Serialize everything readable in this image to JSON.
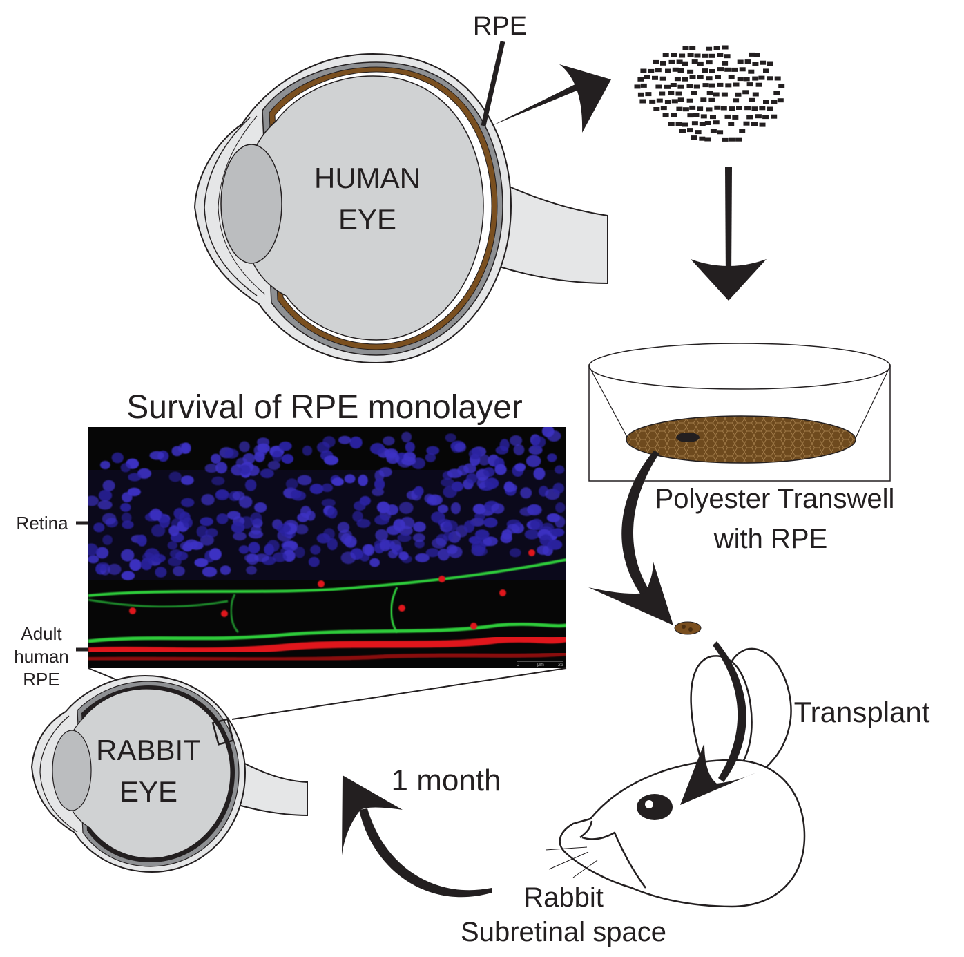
{
  "labels": {
    "rpe": "RPE",
    "human_eye_line1": "HUMAN",
    "human_eye_line2": "EYE",
    "survival_title": "Survival of RPE monolayer",
    "transwell_line1": "Polyester Transwell",
    "transwell_line2": "with RPE",
    "retina": "Retina",
    "adult_line1": "Adult",
    "adult_line2": "human",
    "adult_line3": "RPE",
    "transplant": "Transplant",
    "rabbit_eye_line1": "RABBIT",
    "rabbit_eye_line2": "EYE",
    "one_month": "1 month",
    "rabbit": "Rabbit",
    "subretinal_space": "Subretinal space",
    "scale_zero": "0",
    "scale_unit": "μm",
    "scale_value": "25"
  },
  "colors": {
    "eye_fill": "#d0d2d3",
    "eye_outer": "#e5e6e7",
    "choroid": "#8e9093",
    "rpe_brown": "#7a4f1f",
    "transwell_brown": "#6e4a1e",
    "ink": "#231f20",
    "nuclei_blue": "#3a2fb0",
    "green_stain": "#2ecc3a",
    "red_stain": "#e0161b"
  },
  "cells_icon": "rpe-cell-cluster-icon"
}
